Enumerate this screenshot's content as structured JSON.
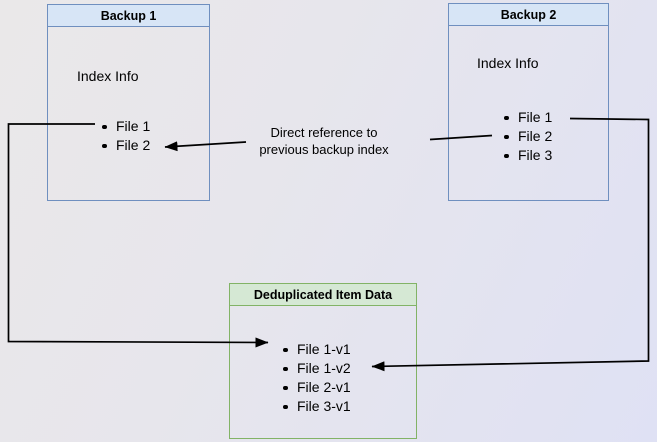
{
  "diagram": {
    "backup1": {
      "title": "Backup 1",
      "body_label": "Index Info",
      "files": [
        "File 1",
        "File 2"
      ]
    },
    "backup2": {
      "title": "Backup 2",
      "body_label": "Index Info",
      "files": [
        "File 1",
        "File 2",
        "File 3"
      ]
    },
    "dedup": {
      "title": "Deduplicated Item Data",
      "files": [
        "File 1-v1",
        "File 1-v2",
        "File 2-v1",
        "File 3-v1"
      ]
    },
    "annotation": {
      "line1": "Direct reference to",
      "line2": "previous backup index"
    },
    "colors": {
      "blue_header_fill": "#d7e5f6",
      "blue_border": "#6f8fbf",
      "green_header_fill": "#d5e8d4",
      "green_border": "#82b366",
      "connector": "#000000",
      "background_from": "#eae8e9",
      "background_to": "#dfe1f4"
    }
  }
}
